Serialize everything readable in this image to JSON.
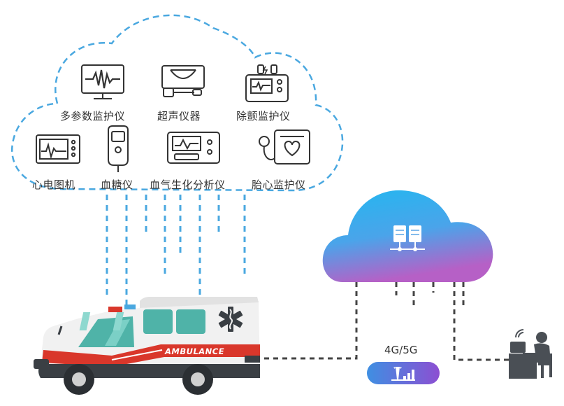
{
  "devices": [
    {
      "name": "multi-parameter-monitor",
      "label": "多参数监护仪",
      "icon": "waveform-monitor-icon"
    },
    {
      "name": "ultrasound",
      "label": "超声仪器",
      "icon": "ultrasound-icon"
    },
    {
      "name": "defibrillator-monitor",
      "label": "除颤监护仪",
      "icon": "defibrillator-icon"
    },
    {
      "name": "ecg",
      "label": "心电图机",
      "icon": "ecg-machine-icon"
    },
    {
      "name": "glucose",
      "label": "血糖仪",
      "icon": "glucose-meter-icon"
    },
    {
      "name": "blood-gas",
      "label": "血气生化分析仪",
      "icon": "blood-gas-analyzer-icon"
    },
    {
      "name": "fetal-monitor",
      "label": "胎心监护仪",
      "icon": "fetal-monitor-icon"
    }
  ],
  "network": {
    "label": "4G/5G",
    "icon": "signal-bars-icon"
  },
  "ambulance": {
    "text": "AMBULANCE"
  },
  "cloud_server_icon": "server-icon",
  "workstation_icon": "doctor-workstation-icon",
  "colors": {
    "dashed_blue": "#4aa8e0",
    "dashed_dark": "#444444",
    "icon_dark": "#333333",
    "ambulance_red": "#d9372b",
    "ambulance_body": "#f1f1f1",
    "ambulance_dark": "#3a3f44",
    "window_teal": "#4fb3a8",
    "cloud_top": "#2fb6ef",
    "cloud_bottom": "#b35fc3",
    "pill_left": "#3a8fe0",
    "pill_right": "#8a4fd0"
  }
}
